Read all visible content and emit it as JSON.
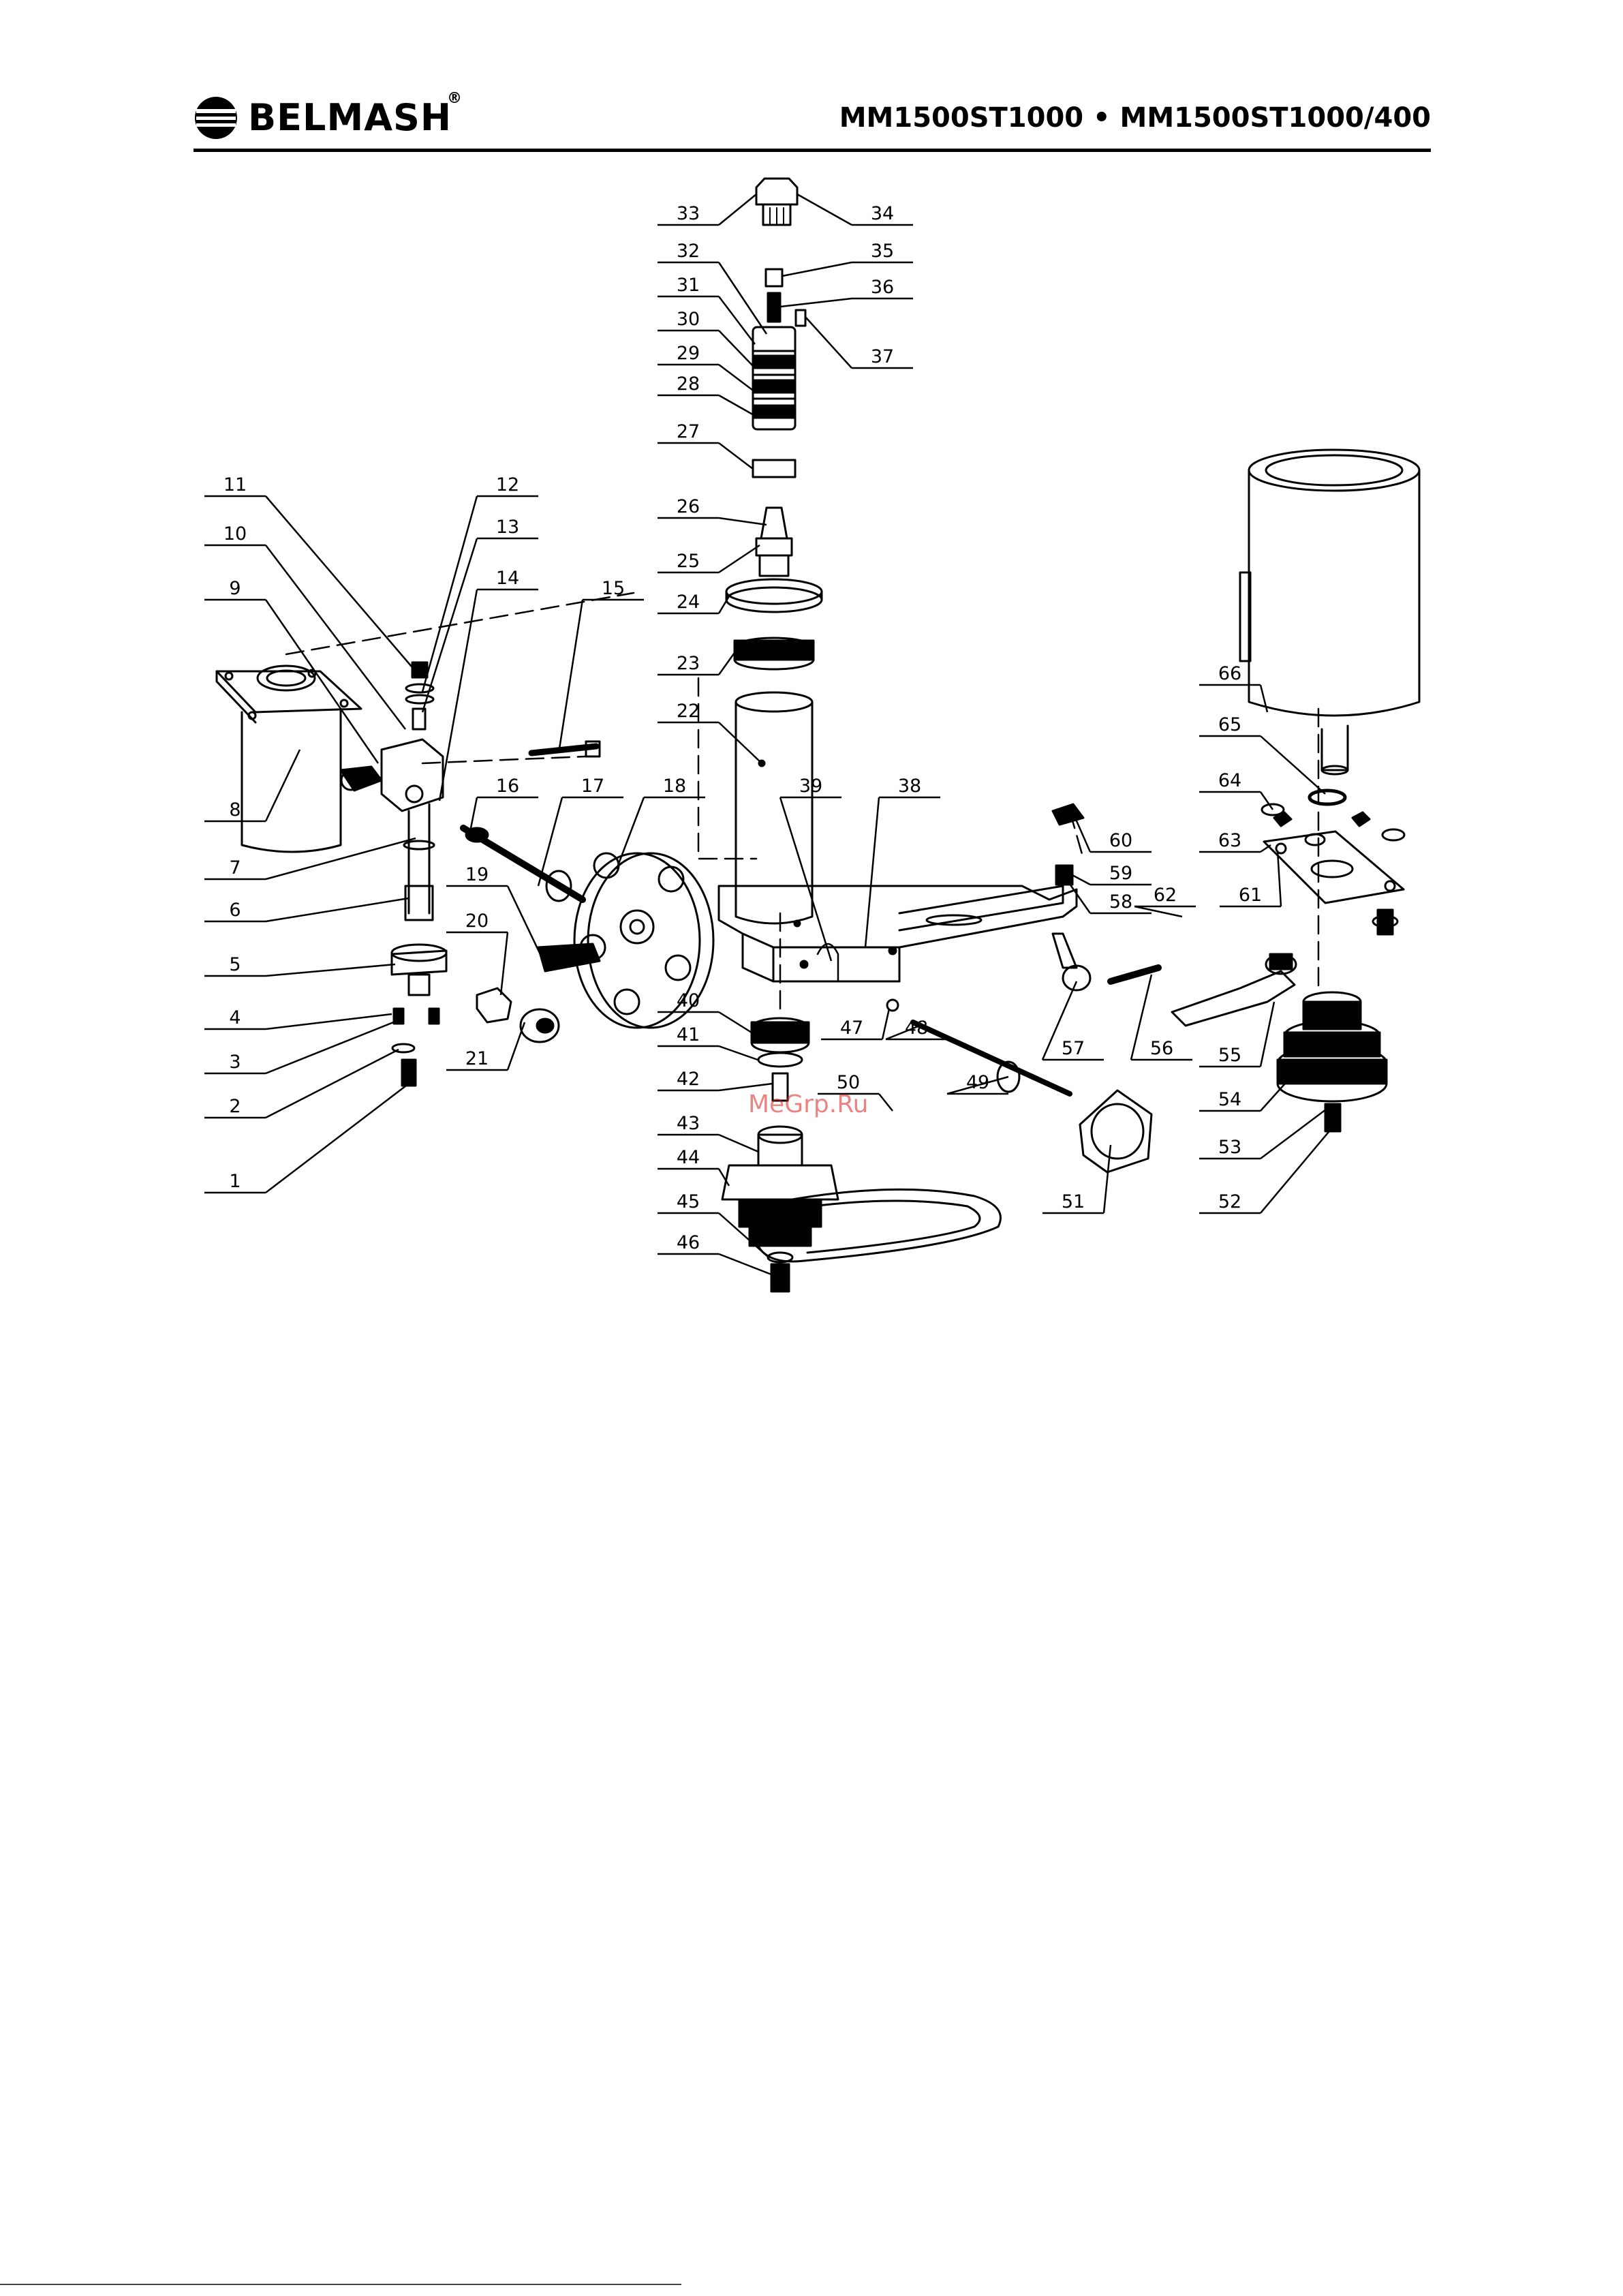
{
  "header": {
    "brand": "BELMASH",
    "registered_mark": "®",
    "model": "MM1500ST1000 • MM1500ST1000/400"
  },
  "watermark": "MeGrp.Ru",
  "callouts": [
    "1",
    "2",
    "3",
    "4",
    "5",
    "6",
    "7",
    "8",
    "9",
    "10",
    "11",
    "12",
    "13",
    "14",
    "15",
    "16",
    "17",
    "18",
    "19",
    "20",
    "21",
    "22",
    "23",
    "24",
    "25",
    "26",
    "27",
    "28",
    "29",
    "30",
    "31",
    "32",
    "33",
    "34",
    "35",
    "36",
    "37",
    "38",
    "39",
    "40",
    "41",
    "42",
    "43",
    "44",
    "45",
    "46",
    "47",
    "48",
    "49",
    "50",
    "51",
    "52",
    "53",
    "54",
    "55",
    "56",
    "57",
    "58",
    "59",
    "60",
    "61",
    "62",
    "63",
    "64",
    "65",
    "66"
  ]
}
